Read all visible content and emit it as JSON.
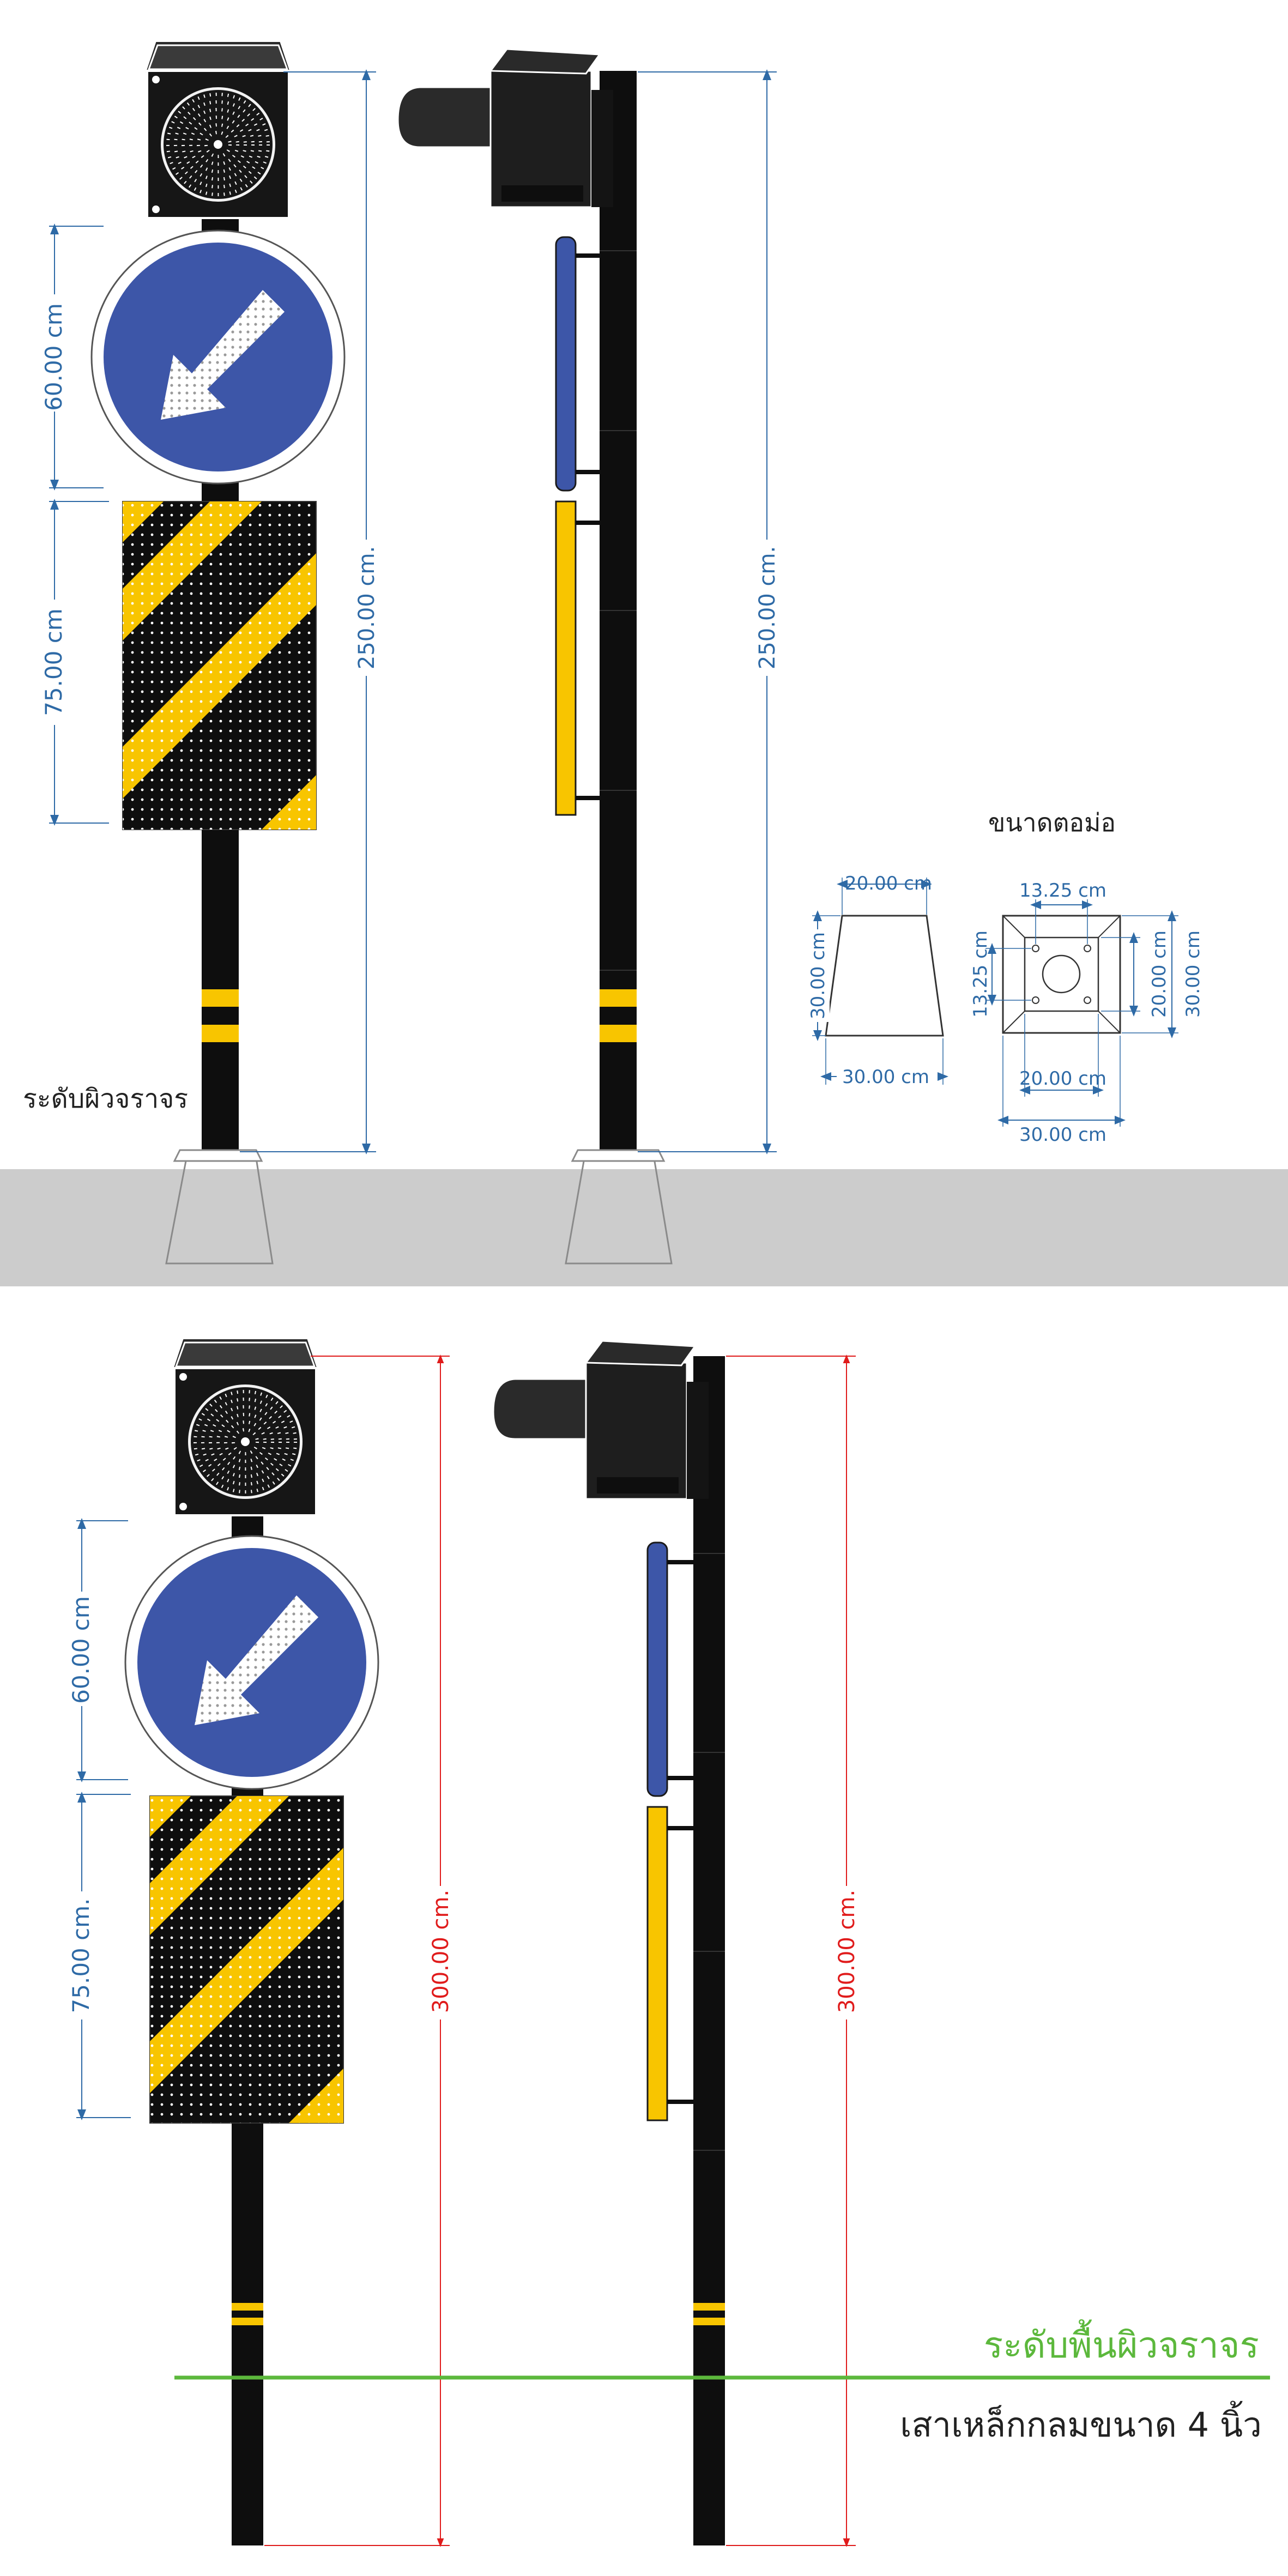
{
  "colors": {
    "pole": "#0e0e0e",
    "sign_blue": "#3d56a8",
    "hazard_yellow": "#f8c500",
    "dim_blue": "#2e6aa6",
    "dim_red": "#e01b1b",
    "ground_band": "#cccccc",
    "ground_line": "#5cb83c"
  },
  "top_design": {
    "dim_sign_height": "60.00 cm",
    "dim_panel_height": "75.00 cm",
    "dim_pole_front": "250.00 cm.",
    "dim_pole_side": "250.00 cm.",
    "road_level_label": "ระดับผิวจราจร"
  },
  "foundation": {
    "title": "ขนาดตอม่อ",
    "side_top_width": "20.00 cm",
    "side_height": "30.00 cm",
    "side_bottom_width": "30.00 cm",
    "plan_bolt_spacing_x": "13.25 cm",
    "plan_bolt_spacing_y": "13.25 cm",
    "plan_inner_height": "20.00 cm",
    "plan_outer_height": "30.00 cm",
    "plan_inner_width": "20.00 cm",
    "plan_outer_width": "30.00 cm"
  },
  "bottom_design": {
    "dim_sign_height": "60.00 cm",
    "dim_panel_height": "75.00 cm.",
    "dim_pole_front": "300.00 cm.",
    "dim_pole_side": "300.00 cm.",
    "road_surface_label": "ระดับพื้นผิวจราจร",
    "pole_spec_label": "เสาเหล็กกลมขนาด 4 นิ้ว"
  }
}
